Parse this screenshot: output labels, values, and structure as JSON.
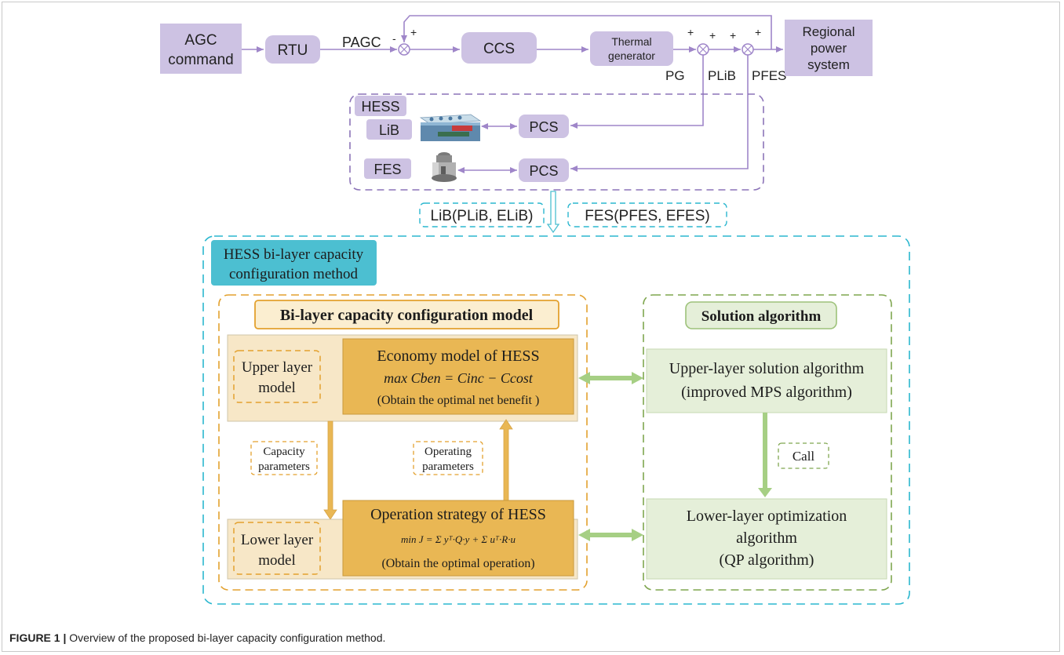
{
  "top_chain": {
    "agc_line1": "AGC",
    "agc_line2": "command",
    "rtu": "RTU",
    "pagc": "PAGC",
    "ccs": "CCS",
    "thermal_line1": "Thermal",
    "thermal_line2": "generator",
    "pg": "PG",
    "plib": "PLiB",
    "pfes": "PFES",
    "regional_line1": "Regional",
    "regional_line2": "power",
    "regional_line3": "system",
    "sign_plus": "+",
    "sign_minus": "-"
  },
  "hess_box": {
    "title": "HESS",
    "lib": "LiB",
    "fes": "FES",
    "pcs": "PCS"
  },
  "signals": {
    "lib": "LiB(PLiB, ELiB)",
    "fes": "FES(PFES, EFES)"
  },
  "method": {
    "title_line1": "HESS bi-layer capacity",
    "title_line2": "configuration method"
  },
  "model": {
    "title": "Bi-layer capacity configuration model",
    "upper_label_line1": "Upper layer",
    "upper_label_line2": "model",
    "economy_title": "Economy model of HESS",
    "economy_formula": "max Cben = Cinc − Ccost",
    "economy_note": "(Obtain the optimal net benefit )",
    "capacity_line1": "Capacity",
    "capacity_line2": "parameters",
    "operating_line1": "Operating",
    "operating_line2": "parameters",
    "lower_label_line1": "Lower layer",
    "lower_label_line2": "model",
    "operation_title": "Operation strategy of HESS",
    "operation_formula": "min J = Σ yᵀ·Q·y + Σ uᵀ·R·u",
    "operation_note": "(Obtain the optimal operation)"
  },
  "algorithm": {
    "title": "Solution algorithm",
    "upper_line1": "Upper-layer solution algorithm",
    "upper_line2": "(improved MPS algorithm)",
    "call": "Call",
    "lower_line1": "Lower-layer optimization",
    "lower_line2": "algorithm",
    "lower_line3": "(QP algorithm)"
  },
  "caption": {
    "label": "FIGURE 1 |",
    "text": " Overview of the proposed bi-layer capacity configuration method."
  },
  "colors": {
    "lavender": "#cdc2e3",
    "purple_line": "#9f86c9",
    "teal_dash": "#2bb7cf",
    "teal_fill": "#4cbfd1",
    "orange_dash": "#e3a12e",
    "tan_fill": "#f7e7c7",
    "gold_fill": "#e9b754",
    "green_dash": "#7fa64f",
    "green_fill": "#e5efd9",
    "green_arrow": "#a6cf84"
  }
}
